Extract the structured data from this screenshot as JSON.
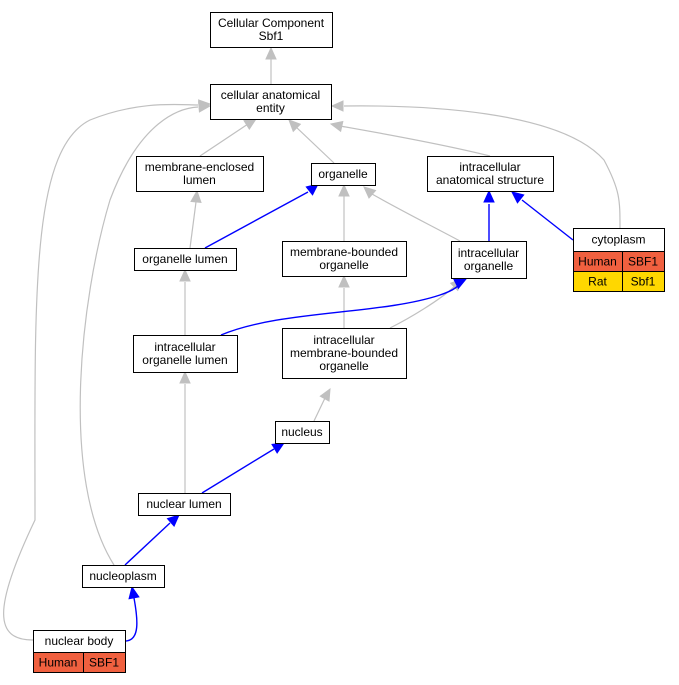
{
  "colors": {
    "is_a_edge": "#c0c0c0",
    "part_of_edge": "#0000ff",
    "human_cell": "#f0603f",
    "rat_cell": "#ffd700"
  },
  "nodes": {
    "root": [
      "Cellular Component",
      "Sbf1"
    ],
    "cae": [
      "cellular anatomical",
      "entity"
    ],
    "mel": [
      "membrane-enclosed",
      "lumen"
    ],
    "org": [
      "organelle"
    ],
    "ias": [
      "intracellular",
      "anatomical structure"
    ],
    "orgl": [
      "organelle lumen"
    ],
    "mbo": [
      "membrane-bounded",
      "organelle"
    ],
    "io": [
      "intracellular",
      "organelle"
    ],
    "cyto": [
      "cytoplasm"
    ],
    "iol": [
      "intracellular",
      "organelle lumen"
    ],
    "imbo": [
      "intracellular",
      "membrane-bounded",
      "organelle"
    ],
    "nuc": [
      "nucleus"
    ],
    "nl": [
      "nuclear lumen"
    ],
    "np": [
      "nucleoplasm"
    ],
    "nb": [
      "nuclear body"
    ]
  },
  "annotations": {
    "cyto": [
      {
        "species": "Human",
        "gene": "SBF1"
      },
      {
        "species": "Rat",
        "gene": "Sbf1"
      }
    ],
    "nb": [
      {
        "species": "Human",
        "gene": "SBF1"
      }
    ]
  }
}
